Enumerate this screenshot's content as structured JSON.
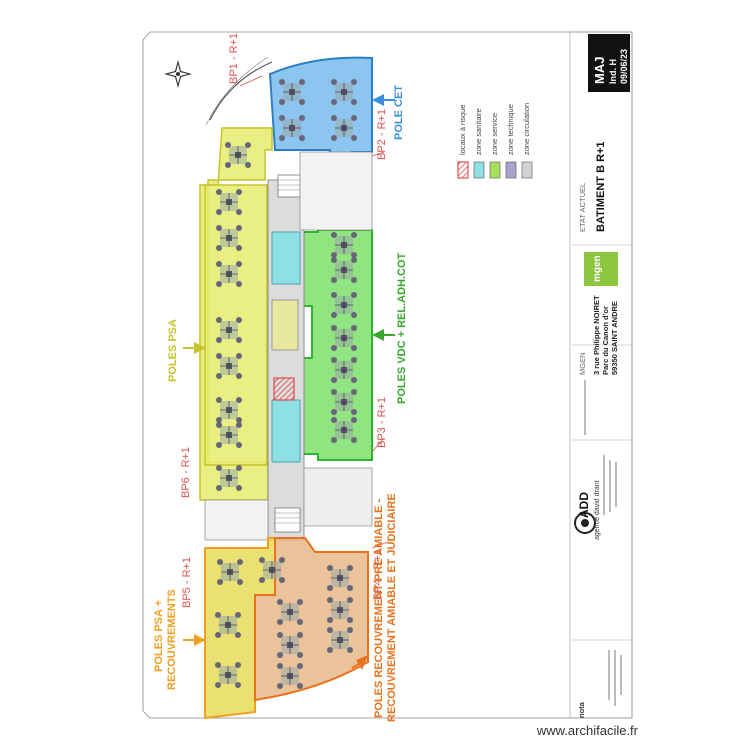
{
  "plan": {
    "bp_labels": {
      "bp1": "BP1 - R+1",
      "bp2": "BP2 - R+1",
      "bp3": "BP3 - R+1",
      "bp4": "BP4 - R+1",
      "bp5": "BP5 - R+1",
      "bp6": "BP6 - R+1"
    },
    "pole_labels": {
      "cet": "POLE CET",
      "vdc": "POLES VDC + REL.ADH.COT",
      "psa": "POLES PSA",
      "psa_recouv_1": "POLES PSA +",
      "psa_recouv_2": "RECOUVREMENTS",
      "recouv_1": "POLES RECOUVREMENT PRE AMIABLE -",
      "recouv_2": "RECOUVREMENT AMIABLE ET JUDICIAIRE"
    },
    "colors": {
      "cet": "#6fb8ec",
      "vdc": "#7ce06a",
      "psa": "#e6ec6e",
      "recouv": "#e8b98a",
      "psa_recouv": "#e8dc5a",
      "sanitaire": "#8ee0e4",
      "technique": "#b9a9d4",
      "circulation": "#dcdcdc",
      "label_red": "#d9534f",
      "label_green": "#3aa82e",
      "label_blue": "#3b8fd8",
      "label_yellow": "#c5c42a",
      "label_orange": "#e8731e"
    }
  },
  "legend": {
    "items": [
      {
        "label": "locaux à risque",
        "color": "#ffffff",
        "border": "#e03030",
        "hatch": true
      },
      {
        "label": "zone sanitaire",
        "color": "#8ee0e4",
        "border": "#555555",
        "hatch": false
      },
      {
        "label": "zone service",
        "color": "#a8e05a",
        "border": "#555555",
        "hatch": false
      },
      {
        "label": "zone technique",
        "color": "#a9a2c9",
        "border": "#555555",
        "hatch": false
      },
      {
        "label": "zone circulation",
        "color": "#d2d2d2",
        "border": "#555555",
        "hatch": false
      }
    ]
  },
  "titleblock": {
    "maj": "MAJ",
    "ind": "Ind. H",
    "date": "09/06/23",
    "etat": "ETAT ACTUEL",
    "batiment": "BATIMENT B R+1",
    "client": "MGEN",
    "address_1": "3 rue Philippe NOIRET",
    "address_2": "Parc du Canon d'or",
    "address_3": "59350 SAINT ANDRE",
    "logo_mgen": "mgen",
    "agency_logo": "ADD",
    "agency_line": "agence david drant",
    "notes_title": "nota"
  },
  "footer": {
    "watermark": "www.archifacile.fr"
  }
}
